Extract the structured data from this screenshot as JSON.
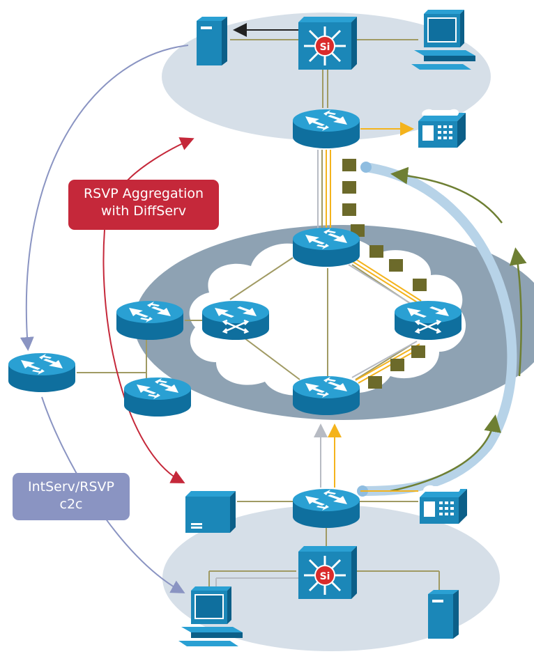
{
  "labels": {
    "rsvp_aggregation_line1": "RSVP Aggregation",
    "rsvp_aggregation_line2": "with DiffServ",
    "intserv_line1": "IntServ/RSVP",
    "intserv_line2": "c2c"
  },
  "icons": {
    "layer3_switch_label": "Si"
  },
  "colors": {
    "router": "#1b87b8",
    "router_top": "#2aa0d3",
    "campus_ellipse": "#d6dfe8",
    "core_ellipse": "#8ea2b3",
    "cloud": "#ffffff",
    "link": "#a09a63",
    "gray_link": "#b7bbc3",
    "yellow_link": "#f4b31c",
    "packet": "#6c6a2a",
    "red_callout": "#c5283a",
    "blue_callout": "#8a94c2",
    "green_arrow": "#6e7f33",
    "tunnel": "#b7d3e8"
  }
}
